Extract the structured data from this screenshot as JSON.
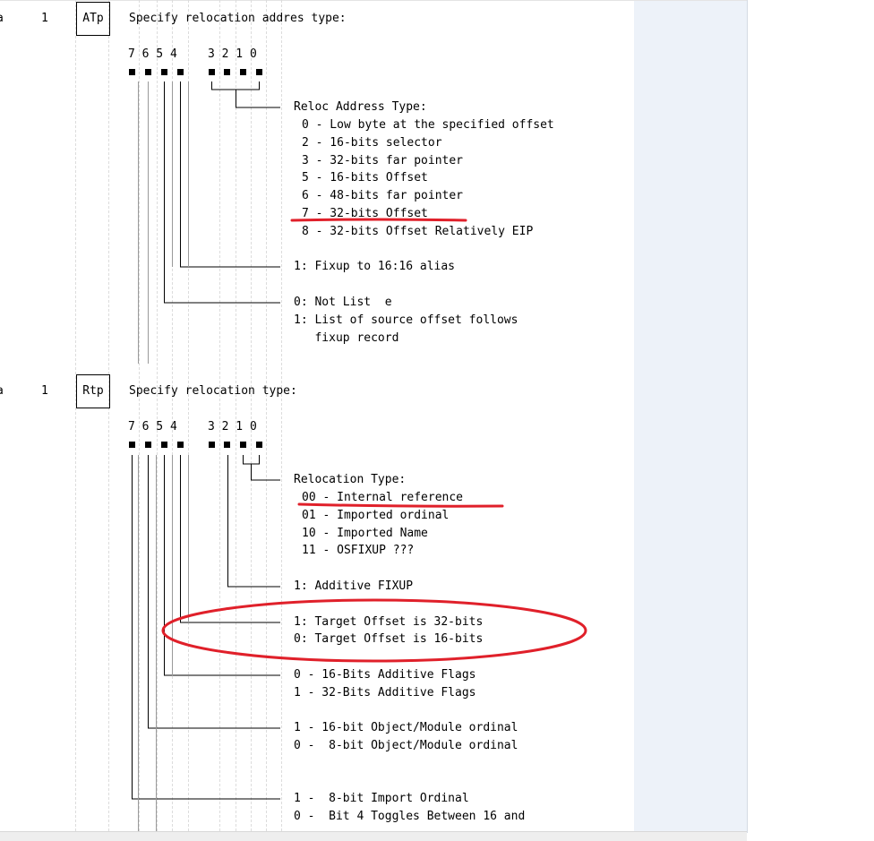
{
  "section_a": {
    "count": "1",
    "tag": "ATp",
    "title": "Specify relocation addres type:",
    "bits_hi": "7 6 5 4",
    "bits_lo": "3 2 1 0",
    "type_header": "Reloc Address Type:",
    "types": [
      "0 - Low byte at the specified offset",
      "2 - 16-bits selector",
      "3 - 32-bits far pointer",
      "5 - 16-bits Offset",
      "6 - 48-bits far pointer",
      "7 - 32-bits Offset",
      "8 - 32-bits Offset Relatively EIP"
    ],
    "alias_flag": "1: Fixup to 16:16 alias",
    "list_flag_0": "0: Not List  e",
    "list_flag_1": "1: List of source offset follows",
    "list_flag_1b": "   fixup record"
  },
  "section_b": {
    "count": "1",
    "tag": "Rtp",
    "title": "Specify relocation type:",
    "bits_hi": "7 6 5 4",
    "bits_lo": "3 2 1 0",
    "type_header": "Relocation Type:",
    "types": [
      "00 - Internal reference",
      "01 - Imported ordinal",
      "10 - Imported Name",
      "11 - OSFIXUP ???"
    ],
    "additive": "1: Additive FIXUP",
    "target_32": "1: Target Offset is 32-bits",
    "target_16": "0: Target Offset is 16-bits",
    "add_flags_16": "0 - 16-Bits Additive Flags",
    "add_flags_32": "1 - 32-Bits Additive Flags",
    "obj_16": "1 - 16-bit Object/Module ordinal",
    "obj_8": "0 -  8-bit Object/Module ordinal",
    "import_8": "1 -  8-bit Import Ordinal",
    "toggle": "0 -  Bit 4 Toggles Between 16 and"
  },
  "colors": {
    "annotation": "#e0202a",
    "side_panel": "#edf2f9"
  }
}
